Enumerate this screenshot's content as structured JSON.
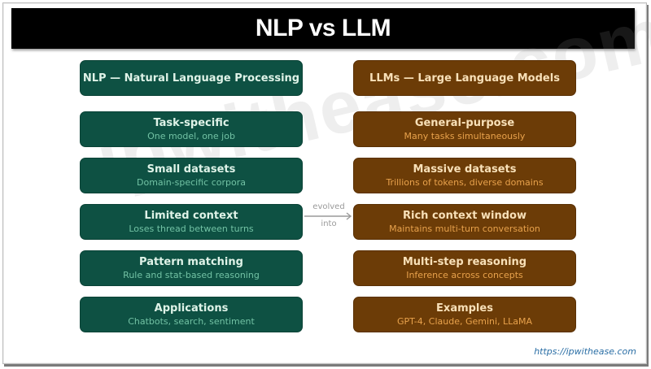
{
  "title": "NLP vs LLM",
  "watermark": "ipwithease.com",
  "colors": {
    "nlp_fill": "#0e5143",
    "nlp_title_text": "#dff3e8",
    "nlp_sub_text": "#72c2a4",
    "llm_fill": "#6c3c07",
    "llm_title_text": "#f8e0b8",
    "llm_sub_text": "#e8a24c",
    "title_bar": "#000000"
  },
  "nlp": {
    "header": "NLP — Natural Language Processing",
    "items": [
      {
        "title": "Task-specific",
        "subtitle": "One model, one job"
      },
      {
        "title": "Small datasets",
        "subtitle": "Domain-specific corpora"
      },
      {
        "title": "Limited context",
        "subtitle": "Loses thread between turns"
      },
      {
        "title": "Pattern matching",
        "subtitle": "Rule and stat-based reasoning"
      },
      {
        "title": "Applications",
        "subtitle": "Chatbots, search, sentiment"
      }
    ]
  },
  "llm": {
    "header": "LLMs — Large Language Models",
    "items": [
      {
        "title": "General-purpose",
        "subtitle": "Many tasks simultaneously"
      },
      {
        "title": "Massive datasets",
        "subtitle": "Trillions of tokens, diverse domains"
      },
      {
        "title": "Rich context window",
        "subtitle": "Maintains multi-turn conversation"
      },
      {
        "title": "Multi-step reasoning",
        "subtitle": "Inference across concepts"
      },
      {
        "title": "Examples",
        "subtitle": "GPT-4, Claude, Gemini, LLaMA"
      }
    ]
  },
  "connector": {
    "label_top": "evolved",
    "label_bottom": "into",
    "icon": "arrow-right-icon"
  },
  "footer": {
    "url": "https://ipwithease.com"
  }
}
